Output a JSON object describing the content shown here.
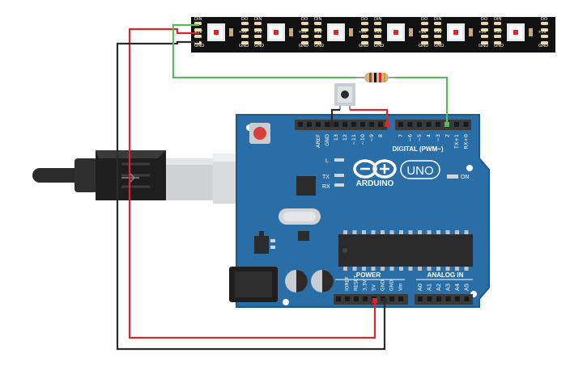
{
  "colors": {
    "board": "#2a6ea8",
    "board_edge": "#1f5a8c",
    "header": "#3a3a3a",
    "wire_red": "#d9272e",
    "wire_black": "#2b2b2b",
    "wire_green": "#5cb85c",
    "strip": "#111111"
  },
  "led_strip": {
    "pin_din": "DIN",
    "pin_do": "DO",
    "pin_5v": "+5V",
    "pin_gnd": "GND",
    "segment_count": 6
  },
  "board": {
    "brand": "ARDUINO",
    "model": "UNO",
    "on_label": "ON",
    "led_l": "L",
    "led_tx": "TX",
    "led_rx": "RX",
    "digital_label": "DIGITAL (PWM~)",
    "power_label": "POWER",
    "analog_label": "ANALOG IN",
    "top_pins": [
      "AREF",
      "GND",
      "13",
      "12",
      "~11",
      "~10",
      "~9",
      "8",
      "7",
      "~6",
      "~5",
      "4",
      "~3",
      "2",
      "TX+1",
      "RX+0"
    ],
    "power_pins": [
      "IOREF",
      "RESET",
      "3.3V",
      "5V",
      "GND",
      "GND",
      "Vin"
    ],
    "analog_pins": [
      "A0",
      "A1",
      "A2",
      "A3",
      "A4",
      "A5"
    ]
  },
  "components": {
    "resistor": "resistor",
    "pushbutton": "pushbutton",
    "usb_plug": "usb-plug"
  }
}
